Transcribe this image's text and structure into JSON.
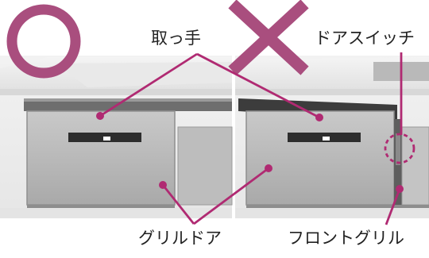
{
  "labels": {
    "handle": "取っ手",
    "door_switch": "ドアスイッチ",
    "grill_door": "グリルドア",
    "front_grill": "フロントグリル"
  },
  "marks": {
    "correct": "correct-circle",
    "incorrect": "incorrect-cross"
  },
  "colors": {
    "accent": "#b02a72",
    "mark": "#a94e7e"
  }
}
